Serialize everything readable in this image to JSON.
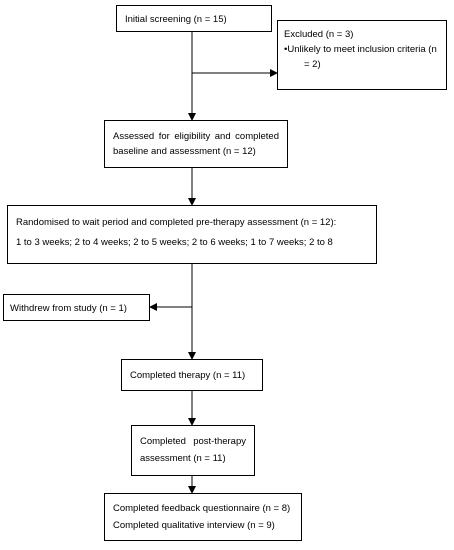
{
  "flowchart": {
    "initial_screening": "Initial screening (n = 15)",
    "excluded": {
      "title": "Excluded (n = 3)",
      "bullet": "•",
      "reason_line1": "Unlikely to meet inclusion criteria (n",
      "reason_line2": "= 2)"
    },
    "assessed": {
      "line1": "Assessed for eligibility and completed",
      "line2": "baseline and assessment (n = 12)"
    },
    "randomised": {
      "line1": "Randomised to wait period and completed pre-therapy assessment (n = 12):",
      "line2": "1 to 3 weeks; 2 to 4 weeks; 2 to 5 weeks; 2 to 6 weeks; 1 to 7 weeks; 2 to 8"
    },
    "withdrew": "Withdrew from study (n = 1)",
    "completed_therapy": "Completed therapy (n = 11)",
    "post_therapy": {
      "line1_a": "Completed",
      "line1_b": "post-therapy",
      "line2": "assessment (n = 11)"
    },
    "final": {
      "line1": "Completed feedback questionnaire (n = 8)",
      "line2": "Completed qualitative interview (n = 9)"
    }
  }
}
